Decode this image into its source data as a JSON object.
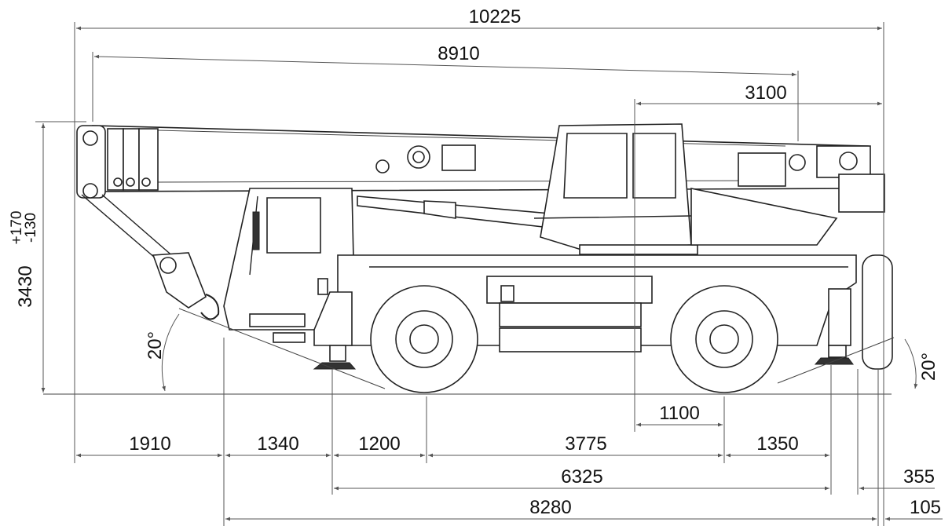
{
  "dimensions": {
    "overall_length": "10225",
    "boom_length": "8910",
    "rear_overhang_top": "3100",
    "height": "3430",
    "height_tolerance_plus": "+170",
    "height_tolerance_minus": "-130",
    "front_angle": "20°",
    "rear_angle": "20°",
    "boom_overhang": "1910",
    "front_outrigger_to_axle_a": "1340",
    "front_to_axle": "1200",
    "wheelbase": "3775",
    "rear_axle_to_outrigger": "1350",
    "turntable_offset": "1100",
    "outrigger_base": "6325",
    "chassis_length": "8280",
    "rear_dim_a": "355",
    "rear_dim_b": "105"
  }
}
